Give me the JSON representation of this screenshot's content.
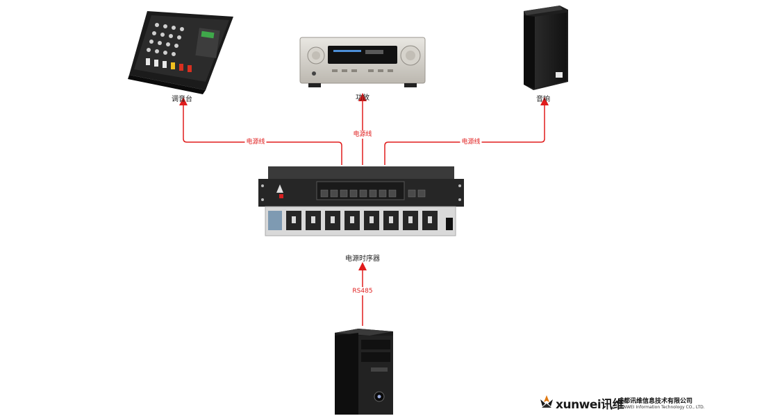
{
  "nodes": {
    "mixer": {
      "label": "调音台"
    },
    "amplifier": {
      "label": "功放"
    },
    "speaker": {
      "label": "音响"
    },
    "sequencer": {
      "label": "电源时序器"
    },
    "computer": {
      "label": ""
    }
  },
  "edges": [
    {
      "from": "sequencer",
      "to": "mixer",
      "label": "电源线"
    },
    {
      "from": "sequencer",
      "to": "amplifier",
      "label": "电源线"
    },
    {
      "from": "sequencer",
      "to": "speaker",
      "label": "电源线"
    },
    {
      "from": "computer",
      "to": "sequencer",
      "label": "RS485"
    }
  ],
  "logo": {
    "brand": "xunwei讯维",
    "company": "成都讯维信息技术有限公司",
    "company_en": "XUNWEI Information Technology CO., LTD."
  },
  "colors": {
    "edge": "#e01c1c"
  }
}
